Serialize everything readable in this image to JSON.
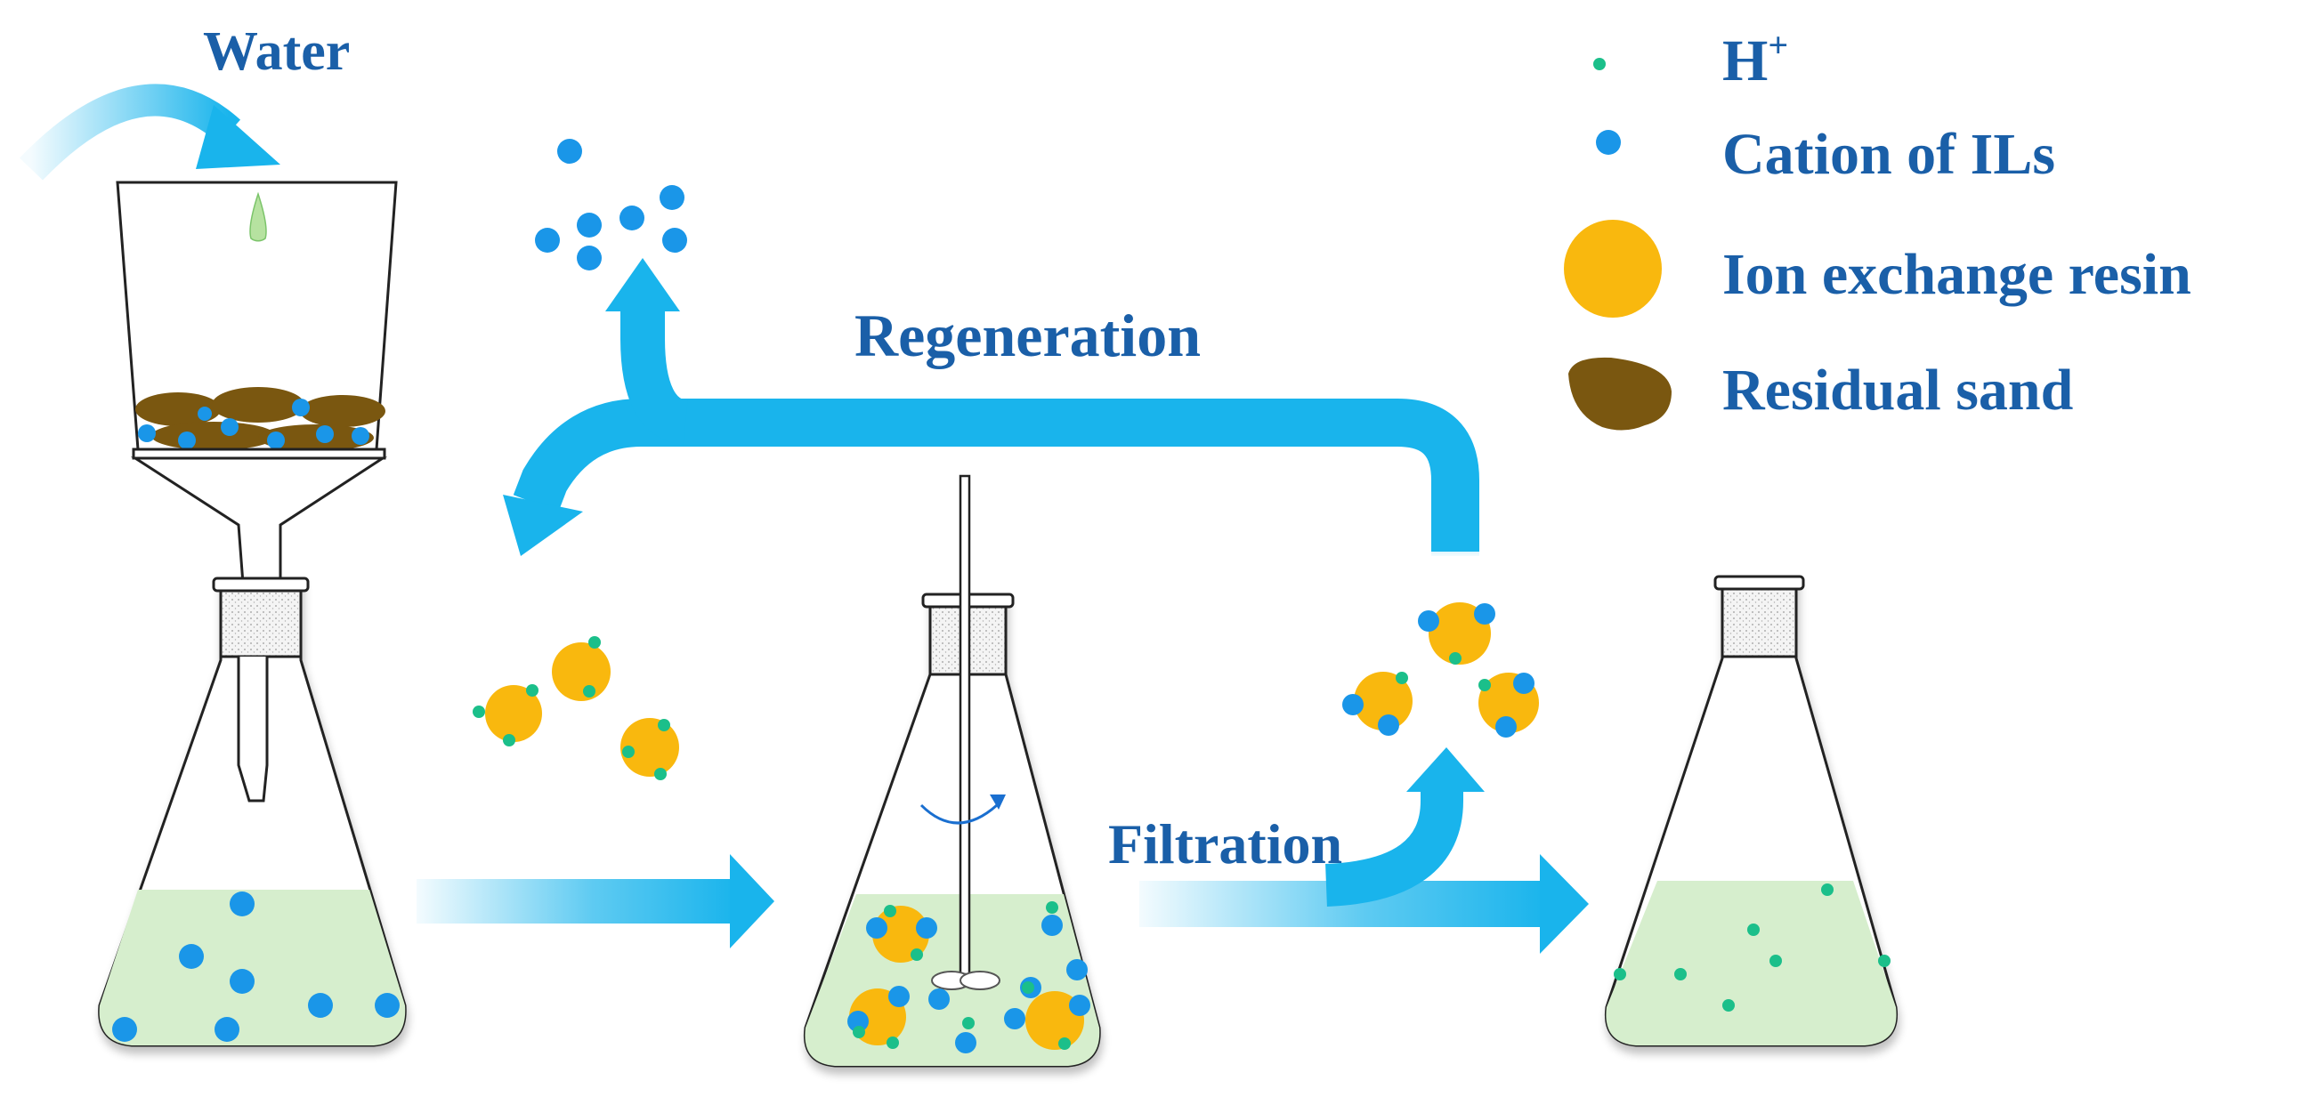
{
  "labels": {
    "water": "Water",
    "regeneration": "Regeneration",
    "filtration": "Filtration"
  },
  "legend": [
    {
      "key": "h_plus",
      "label": "H",
      "sup": "+"
    },
    {
      "key": "cation",
      "label": "Cation of ILs",
      "sup": ""
    },
    {
      "key": "resin",
      "label": "Ion exchange resin",
      "sup": ""
    },
    {
      "key": "sand",
      "label": "Residual sand",
      "sup": ""
    }
  ],
  "colors": {
    "text": "#1a5fa8",
    "arrow": "#19b4ec",
    "cation": "#1a96e8",
    "h_plus": "#1bbf8a",
    "resin": "#f9b80e",
    "sand": "#7a5710",
    "liquid": "#d6eecd",
    "droplet": "#b6e2a0"
  },
  "icons": {
    "h_plus": "small-green-dot-icon",
    "cation": "blue-dot-icon",
    "resin": "orange-circle-icon",
    "sand": "brown-blob-icon"
  }
}
